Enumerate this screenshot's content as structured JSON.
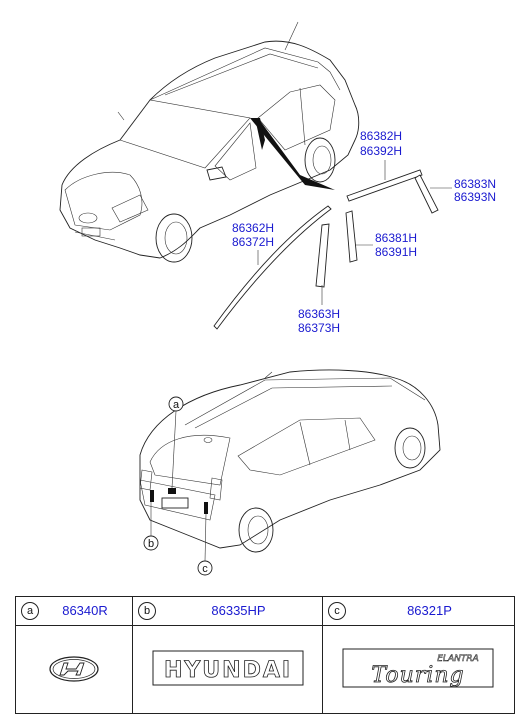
{
  "parts_top": [
    {
      "id": "p1",
      "label": [
        "86382H",
        "86392H"
      ]
    },
    {
      "id": "p2",
      "label": [
        "86383N",
        "86393N"
      ]
    },
    {
      "id": "p3",
      "label": [
        "86362H",
        "86372H"
      ]
    },
    {
      "id": "p4",
      "label": [
        "86381H",
        "86391H"
      ]
    },
    {
      "id": "p5",
      "label": [
        "86363H",
        "86373H"
      ]
    }
  ],
  "callouts": [
    "a",
    "b",
    "c"
  ],
  "legend": [
    {
      "letter": "a",
      "code": "86340R",
      "emblem": "hyundai-logo"
    },
    {
      "letter": "b",
      "code": "86335HP",
      "emblem": "hyundai-wordmark",
      "text": "HYUNDAI"
    },
    {
      "letter": "c",
      "code": "86321P",
      "emblem": "elantra-touring-badge",
      "text_small": "ELANTRA",
      "text_large": "Touring"
    }
  ],
  "colors": {
    "part_number": "#1a1ad0",
    "line": "#222222"
  }
}
